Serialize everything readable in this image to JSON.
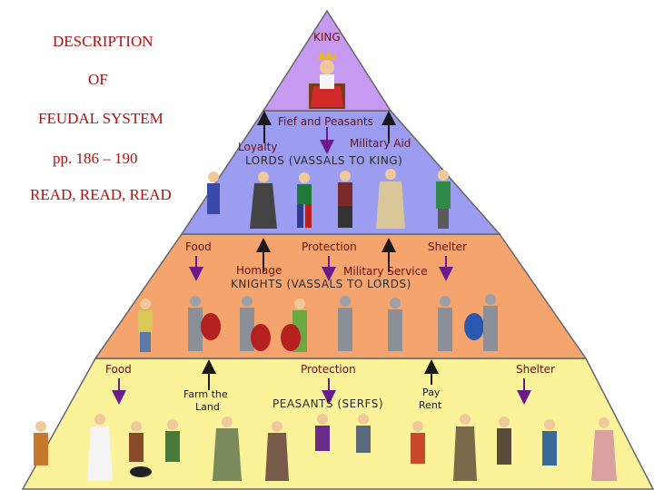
{
  "sidebar": {
    "line1": "DESCRIPTION",
    "line2": "OF",
    "line3": "FEUDAL SYSTEM",
    "pages": "pp. 186 – 190",
    "instruction": "READ, READ, READ"
  },
  "pyramid": {
    "king": {
      "title": "KING"
    },
    "lords": {
      "top_label": "Fief and Peasants",
      "loyalty": "Loyalty",
      "military_aid": "Military Aid",
      "title": "LORDS (VASSALS TO KING)"
    },
    "knights": {
      "food": "Food",
      "protection": "Protection",
      "shelter": "Shelter",
      "homage": "Homage",
      "military_service": "Military Service",
      "title": "KNIGHTS (VASSALS TO LORDS)"
    },
    "peasants": {
      "food": "Food",
      "protection": "Protection",
      "shelter": "Shelter",
      "farm_line1": "Farm the",
      "farm_line2": "Land",
      "pay_line1": "Pay",
      "pay_line2": "Rent",
      "title": "PEASANTS (SERFS)"
    }
  },
  "colors": {
    "king_tier": "#c79af2",
    "lords_tier": "#9c9cf0",
    "knights_tier": "#f4a46c",
    "peasants_tier": "#fbf29a",
    "arrow_down": "#6a1a8a",
    "arrow_up": "#1a1a1a",
    "side_text": "#b01010"
  }
}
